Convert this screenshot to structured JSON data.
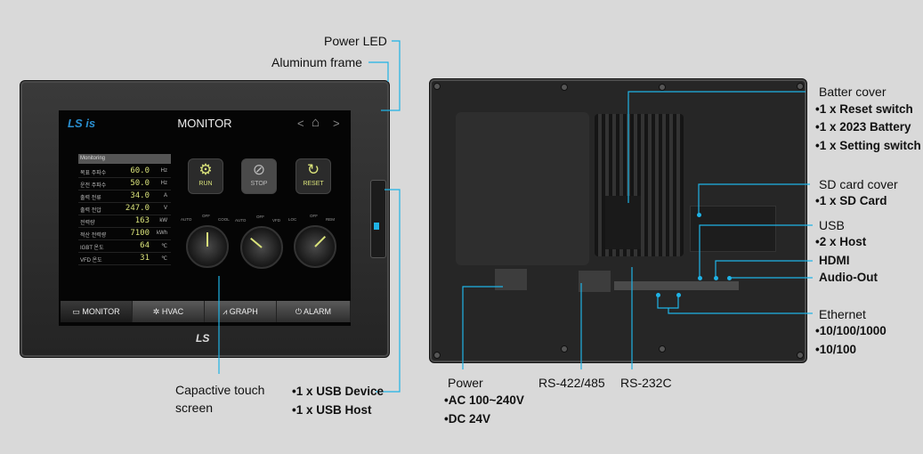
{
  "front": {
    "logo": "LS is",
    "title": "MONITOR",
    "table_header": "Monitoring",
    "rows": [
      {
        "label": "목표 주파수",
        "value": "60.0",
        "unit": "Hz"
      },
      {
        "label": "운전 주파수",
        "value": "50.0",
        "unit": "Hz"
      },
      {
        "label": "출력 전류",
        "value": "34.0",
        "unit": "A"
      },
      {
        "label": "출력 전압",
        "value": "247.0",
        "unit": "V"
      },
      {
        "label": "전력량",
        "value": "163",
        "unit": "kW"
      },
      {
        "label": "적산 전력량",
        "value": "7100",
        "unit": "kWh"
      },
      {
        "label": "IGBT 온도",
        "value": "64",
        "unit": "℃"
      },
      {
        "label": "VFD 온도",
        "value": "31",
        "unit": "℃"
      }
    ],
    "buttons": [
      {
        "label": "RUN",
        "icon": "gear-icon"
      },
      {
        "label": "STOP",
        "icon": "stop-icon"
      },
      {
        "label": "RESET",
        "icon": "reset-icon"
      }
    ],
    "knobs": [
      {
        "left": "AUTO",
        "top": "OFF",
        "right": "COOL"
      },
      {
        "left": "AUTO",
        "top": "OFF",
        "right": "VFD"
      },
      {
        "left": "LOC",
        "top": "OFF",
        "right": "REM"
      }
    ],
    "tabs": [
      "MONITOR",
      "HVAC",
      "GRAPH",
      "ALARM"
    ],
    "bezel_logo": "LS"
  },
  "callouts": {
    "power_led": "Power LED",
    "aluminum_frame": "Aluminum frame",
    "touch_screen": [
      "Capactive touch",
      "screen"
    ],
    "usb_side": [
      "•1 x USB Device",
      "•1 x USB Host"
    ],
    "battery": {
      "title": "Batter cover",
      "items": [
        "•1 x Reset switch",
        "•1 x 2023 Battery",
        "•1 x Setting switch"
      ]
    },
    "sd": {
      "title": "SD card cover",
      "items": [
        "•1 x SD Card"
      ]
    },
    "usb": {
      "title": "USB",
      "items": [
        "•2 x Host"
      ]
    },
    "hdmi": "HDMI",
    "audio": "Audio-Out",
    "ethernet": {
      "title": "Ethernet",
      "items": [
        "•10/100/1000",
        "•10/100"
      ]
    },
    "power": {
      "title": "Power",
      "items": [
        "•AC 100~240V",
        "•DC 24V"
      ]
    },
    "rs422": "RS-422/485",
    "rs232": "RS-232C"
  },
  "colors": {
    "accent": "#1fb3e6",
    "screen_text": "#d9e27a"
  }
}
